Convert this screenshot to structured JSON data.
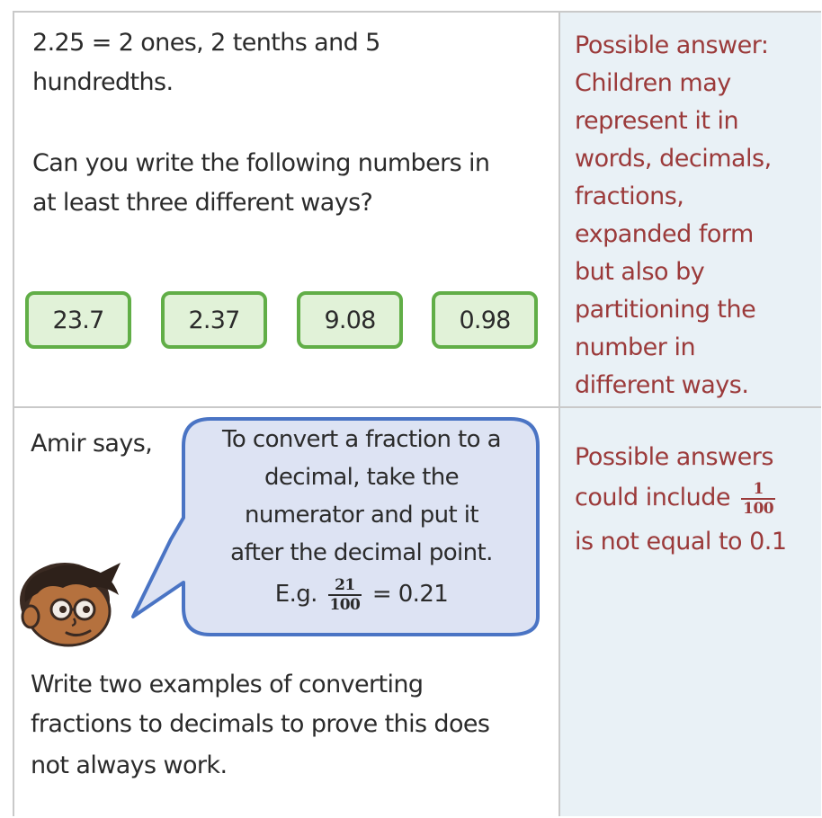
{
  "row1": {
    "line1": "2.25 = 2 ones, 2 tenths and 5",
    "line2": "hundredths.",
    "line3": "Can you write the following numbers in",
    "line4": "at least three different ways?",
    "numbers": [
      "23.7",
      "2.37",
      "9.08",
      "0.98"
    ],
    "answer_lines": [
      "Possible answer:",
      "Children may",
      "represent it in",
      "words, decimals,",
      "fractions,",
      "expanded form",
      "but also by",
      "partitioning the",
      "number in",
      "different ways."
    ]
  },
  "row2": {
    "speaker": "Amir says,",
    "bubble": {
      "l1": "To convert a fraction to a",
      "l2": "decimal, take the",
      "l3": "numerator and put it",
      "l4": "after the decimal point.",
      "eg_prefix": "E.g.",
      "eg_num": "21",
      "eg_den": "100",
      "eg_suffix": "= 0.21"
    },
    "task_lines": [
      "Write two examples of converting",
      "fractions to decimals to prove this does",
      "not always work."
    ],
    "answer": {
      "l1": "Possible answers",
      "l2_prefix": "could include",
      "frac_num": "1",
      "frac_den": "100",
      "l3": "is not equal to 0.1"
    }
  },
  "colors": {
    "answer_text": "#9b3a3a",
    "box_fill": "#e1f2d8",
    "box_border": "#61ae47",
    "bubble_fill": "#dde3f3",
    "bubble_border": "#4a74c4",
    "answer_column": "#e9f1f6"
  }
}
